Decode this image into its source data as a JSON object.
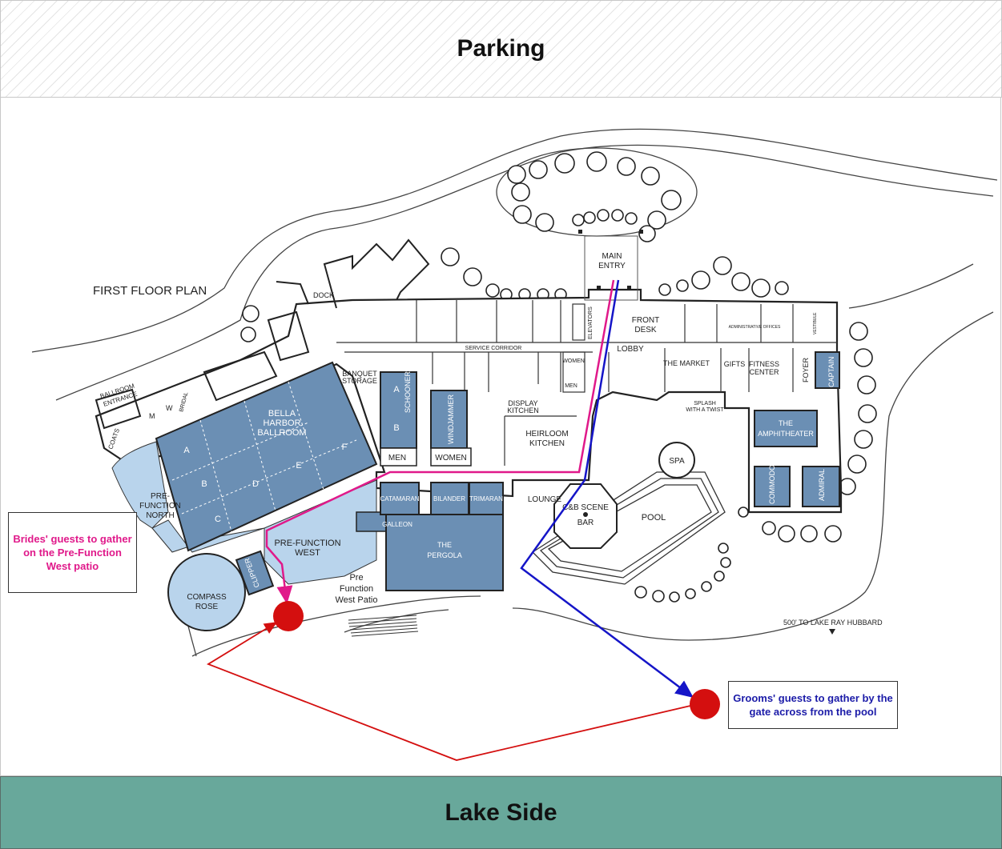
{
  "header": {
    "label": "Parking"
  },
  "footer": {
    "label": "Lake Side"
  },
  "map": {
    "plan_title": "FIRST FLOOR PLAN",
    "rooms": {
      "dock": "DOCK",
      "ballroom_entrance": [
        "BALLROOM",
        "ENTRANCE"
      ],
      "coats": "COATS",
      "m": "M",
      "w": "W",
      "bridal": "BRIDAL",
      "bella_harbor": [
        "BELLA",
        "HARBOR",
        "BALLROOM"
      ],
      "sections": [
        "A",
        "B",
        "C",
        "D",
        "E",
        "F"
      ],
      "pre_function_north": [
        "PRE-",
        "FUNCTION",
        "NORTH"
      ],
      "compass_rose": [
        "COMPASS",
        "ROSE"
      ],
      "clipper": "CLIPPER",
      "pre_function_west": [
        "PRE-FUNCTION",
        "WEST"
      ],
      "galleon": "GALLEON",
      "banquet_storage": [
        "BANQUET",
        "STORAGE"
      ],
      "schooner": "SCHOONER",
      "schooner_a": "A",
      "schooner_b": "B",
      "windjammer": "WINDJAMMER",
      "men1": "MEN",
      "women1": "WOMEN",
      "service_corridor": "SERVICE CORRIDOR",
      "display_kitchen": [
        "DISPLAY",
        "KITCHEN"
      ],
      "heirloom_kitchen": [
        "HEIRLOOM",
        "KITCHEN"
      ],
      "women2": "WOMEN",
      "men2": "MEN",
      "elevators": "ELEVATORS",
      "main_entry": [
        "MAIN",
        "ENTRY"
      ],
      "front_desk": [
        "FRONT",
        "DESK"
      ],
      "lobby": "LOBBY",
      "the_market": "THE MARKET",
      "gifts": "GIFTS",
      "fitness_center": [
        "FITNESS",
        "CENTER"
      ],
      "foyer": "FOYER",
      "captain": "CAPTAIN",
      "admin_offices": "ADMINISTRATIVE OFFICES",
      "vestibule": "VESTIBULE",
      "splash": [
        "SPLASH",
        "WITH A TWIST"
      ],
      "amphitheater": [
        "THE",
        "AMPHITHEATER"
      ],
      "commodore": "COMMODORE",
      "admiral": "ADMIRAL",
      "catamaran": "CATAMARAN",
      "bilander": "BILANDER",
      "trimaran": "TRIMARAN",
      "lounge": "LOUNGE",
      "pergola": [
        "THE",
        "PERGOLA"
      ],
      "cb_scene": [
        "C&B SCENE",
        "BAR"
      ],
      "spa": "SPA",
      "pool": "POOL",
      "pre_function_west_patio": [
        "Pre",
        "Function",
        "West Patio"
      ],
      "lake_ray": "500' TO LAKE RAY HUBBARD"
    }
  },
  "notes": {
    "bride": "Brides' guests to gather on the Pre-Function West patio",
    "groom": "Grooms' guests to gather by the gate across from the pool"
  },
  "colors": {
    "room_dark": "#6b8fb4",
    "room_light": "#b9d4ec",
    "bride_route": "#e0198a",
    "groom_route": "#1515c8",
    "marker": "#d40f0f",
    "lake": "#68a89b"
  }
}
